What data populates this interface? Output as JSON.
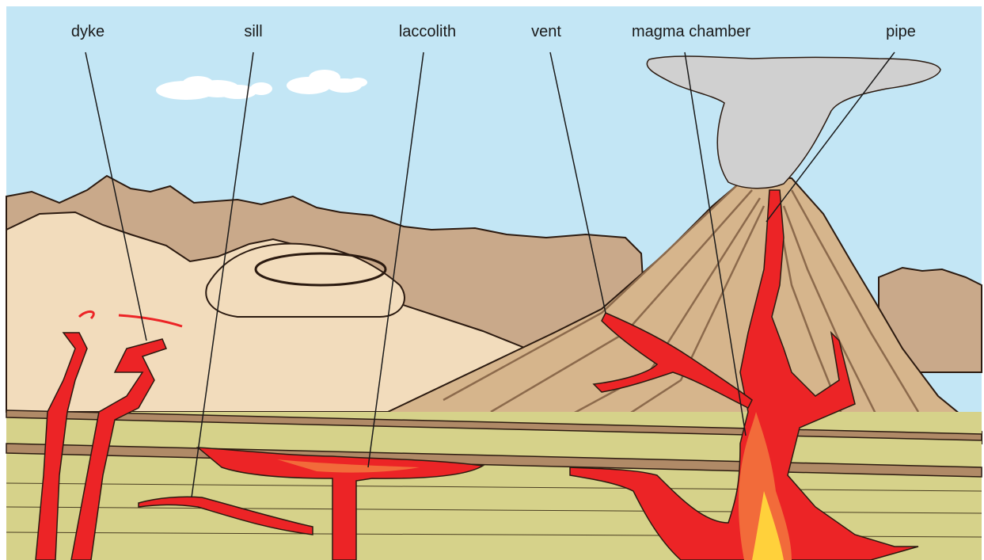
{
  "labels": {
    "dyke": "dyke",
    "sill": "sill",
    "laccolith": "laccolith",
    "vent": "vent",
    "magma_chamber": "magma chamber",
    "pipe": "pipe"
  },
  "colors": {
    "sky": "#c3e6f5",
    "magma": "#ec2426",
    "magma_core": "#f26b3a",
    "magma_hot": "#ffd13b",
    "rock_strata": "#d6d28a",
    "brown_band": "#b08a67",
    "volcano": "#d6b58c",
    "hills_near": "#f2dcbc",
    "mountains_far": "#c9a98a",
    "ash": "#d0d0d0",
    "outline": "#2b1a10"
  }
}
